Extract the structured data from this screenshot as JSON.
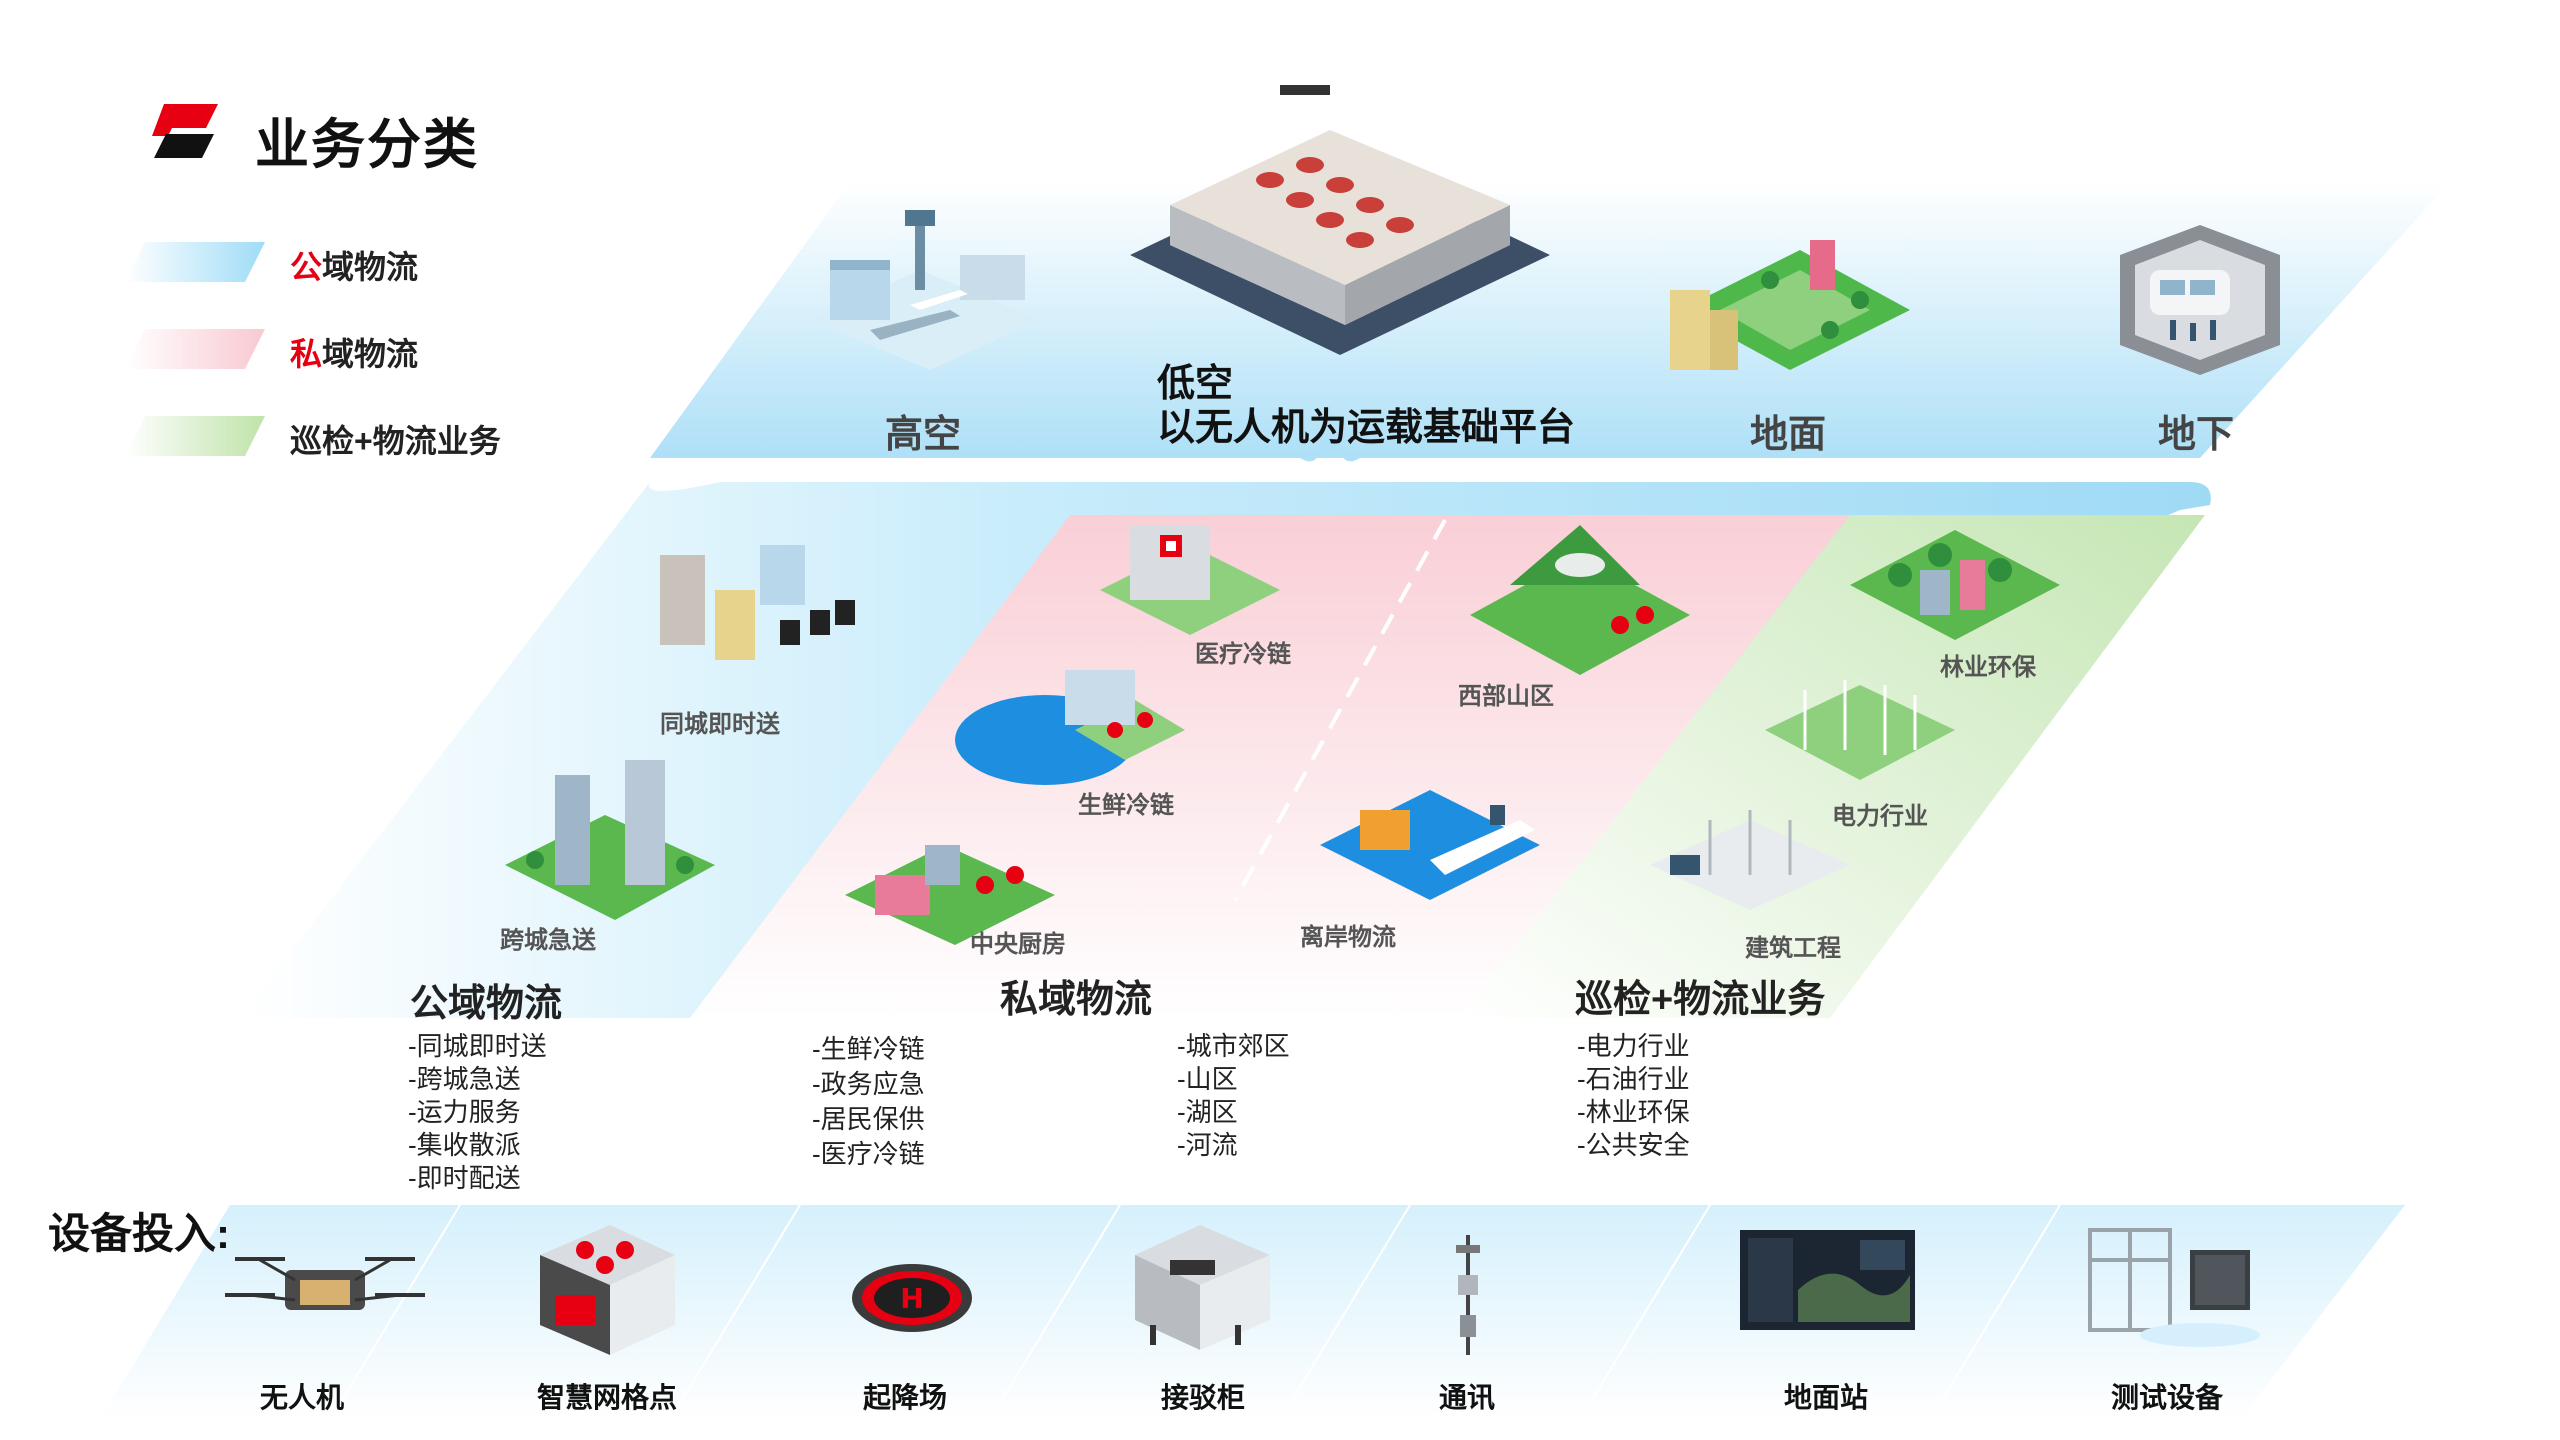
{
  "header": {
    "title": "业务分类"
  },
  "legend": [
    {
      "prefix": "公",
      "rest": "域物流",
      "color": "#bfe8fb"
    },
    {
      "prefix": "私",
      "rest": "域物流",
      "color": "#fbd8dd"
    },
    {
      "prefix": "",
      "rest": "巡检+物流业务",
      "color": "#d6efc8"
    }
  ],
  "top_layer": {
    "high": "高空",
    "low_line1": "低空",
    "low_line2": "以无人机为运载基础平台",
    "ground": "地面",
    "underground": "地下"
  },
  "scenes": {
    "same_city": "同城即时送",
    "cross_city": "跨城急送",
    "medical": "医疗冷链",
    "fresh": "生鲜冷链",
    "kitchen": "中央厨房",
    "mountain": "西部山区",
    "offshore": "离岸物流",
    "forestry": "林业环保",
    "power": "电力行业",
    "construction": "建筑工程"
  },
  "categories": {
    "public": {
      "title": "公域物流",
      "items": [
        "-同城即时送",
        "-跨城急送",
        "-运力服务",
        "-集收散派",
        "-即时配送"
      ]
    },
    "private": {
      "title": "私域物流",
      "items_left": [
        "-生鲜冷链",
        "-政务应急",
        "-居民保供",
        "-医疗冷链"
      ],
      "items_right": [
        "-城市郊区",
        "-山区",
        "-湖区",
        "-河流"
      ]
    },
    "inspection": {
      "title": "巡检+物流业务",
      "items": [
        "-电力行业",
        "-石油行业",
        "-林业环保",
        "-公共安全"
      ]
    }
  },
  "equipment": {
    "title": "设备投入:",
    "items": [
      "无人机",
      "智慧网格点",
      "起降场",
      "接驳柜",
      "通讯",
      "地面站",
      "测试设备"
    ]
  },
  "colors": {
    "brand_red": "#e60012",
    "public_blue": "#bfe8fb",
    "private_pink": "#fbd8dd",
    "inspection_green": "#d6efc8"
  }
}
